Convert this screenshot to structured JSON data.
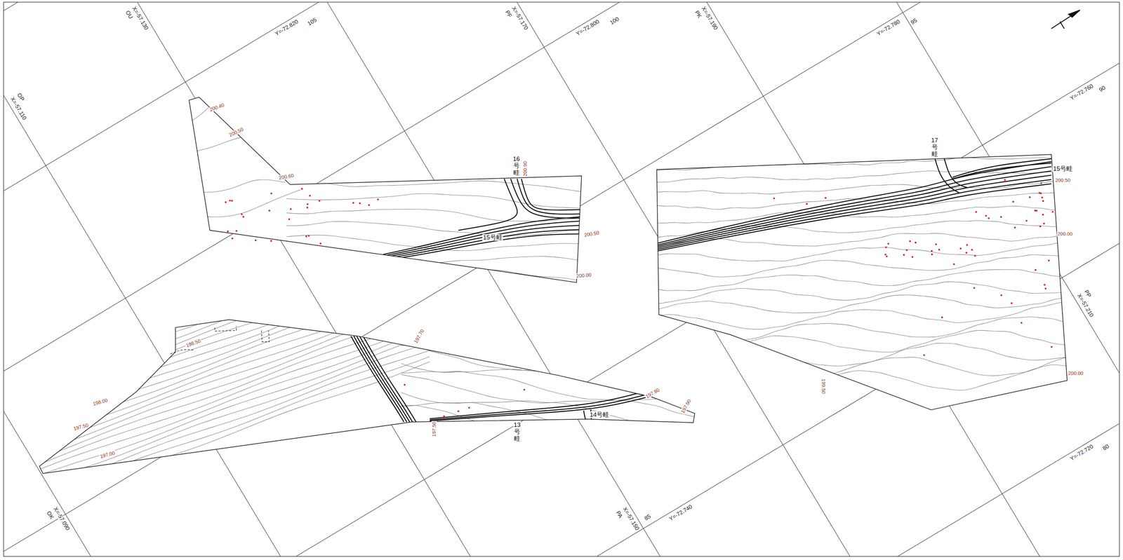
{
  "diagram": {
    "labels": [
      "OU",
      "X=-57.130",
      "105",
      "Y=-72.820",
      "PF",
      "X=-57.170",
      "100",
      "Y=-72.800",
      "PK",
      "X=-57.190",
      "95",
      "Y=-72.780",
      "90",
      "Y=-72.760",
      "OP",
      "X=-57.110",
      "PP",
      "X=-57.210",
      "OK",
      "X=-57.090",
      "PA",
      "X=-57.150",
      "85",
      "Y=-72.740",
      "80",
      "Y=-72.720",
      "200.40",
      "200.50",
      "200.60",
      "200.90",
      "200.50",
      "200.00",
      "16号畦",
      "15号畦",
      "17号畦",
      "15号畦",
      "200.50",
      "200.00",
      "199.50",
      "200.00",
      "198.50",
      "198.00",
      "197.50",
      "197.00",
      "197.70",
      "197.50",
      "197.80",
      "197.90",
      "13号畦",
      "14号畦"
    ]
  }
}
